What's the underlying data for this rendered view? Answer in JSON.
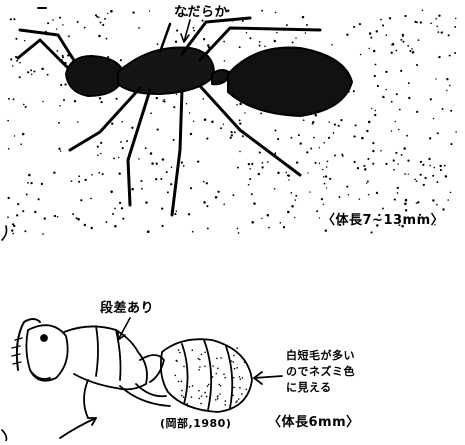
{
  "figure_top": {
    "label_smooth": "なだらか",
    "body_length": "〈体長7~13mm〉"
  },
  "figure_bottom": {
    "label_step": "段差あり",
    "label_hair": [
      "白短毛が多い",
      "のでネズミ色",
      "に見える"
    ],
    "citation": "(岡部,1980)",
    "body_length": "〈体長6mm〉"
  }
}
